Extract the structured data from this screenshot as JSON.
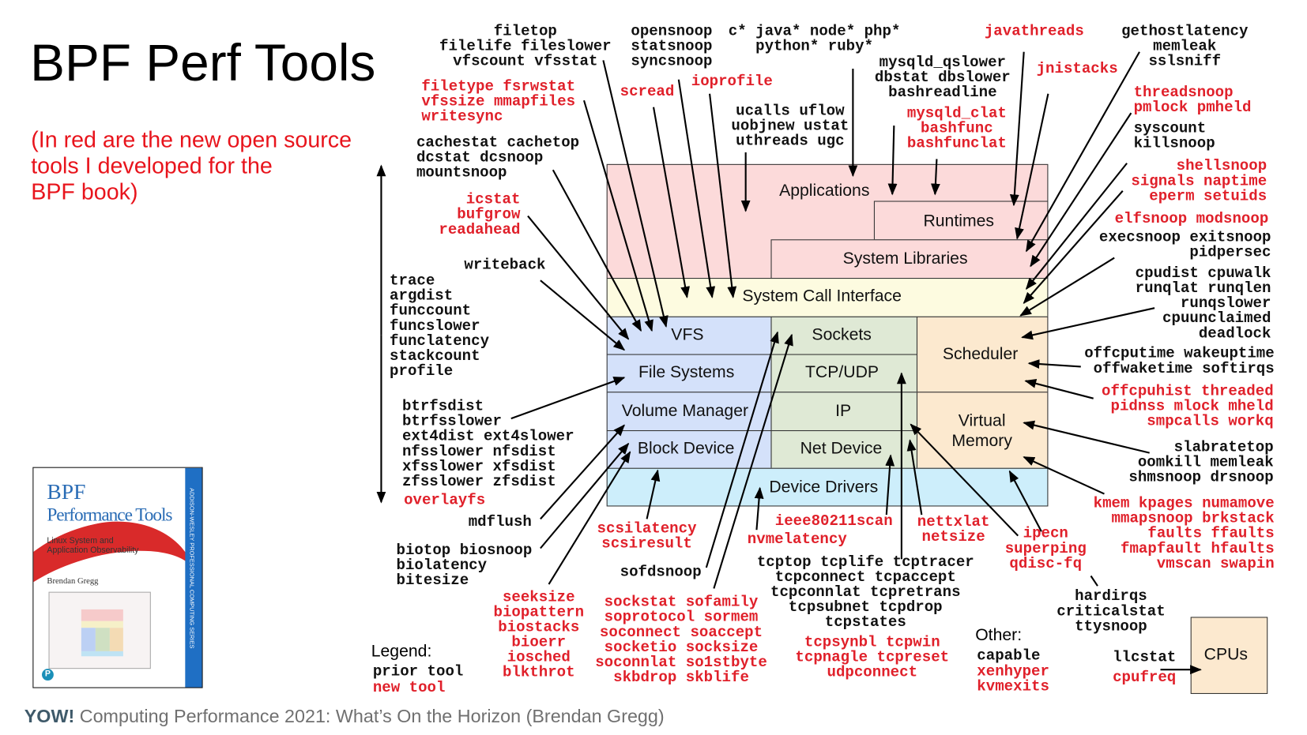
{
  "title": "BPF Perf Tools",
  "subtitle": "(In red are the new open source\ntools I developed for the\nBPF book)",
  "book": {
    "title_line1": "BPF",
    "title_line2": "Performance Tools",
    "subtitle": "Linux System and\nApplication Observability",
    "author": "Brendan Gregg",
    "spine": "ADDISON-WESLEY PROFESSIONAL COMPUTING SERIES",
    "publisher_logo": "P"
  },
  "layers": {
    "applications": "Applications",
    "runtimes": "Runtimes",
    "system_libraries": "System Libraries",
    "syscall_interface": "System Call Interface",
    "vfs": "VFS",
    "file_systems": "File Systems",
    "volume_manager": "Volume Manager",
    "block_device": "Block Device",
    "sockets": "Sockets",
    "tcp_udp": "TCP/UDP",
    "ip": "IP",
    "net_device": "Net Device",
    "scheduler": "Scheduler",
    "virtual_memory": "Virtual\nMemory",
    "device_drivers": "Device Drivers",
    "cpus": "CPUs"
  },
  "tools": {
    "filetop": "filetop\nfilelife fileslower\nvfscount vfsstat",
    "opensnoop": "opensnoop\nstatsnoop\nsyncsnoop",
    "langs": "c* java* node* php*\npython* ruby*",
    "javathreads": "javathreads",
    "gethostlatency": "gethostlatency\nmemleak\nsslsniff",
    "mysqld_qslower": "mysqld_qslower\ndbstat dbslower\nbashreadline",
    "jnistacks": "jnistacks",
    "filetype": "filetype fsrwstat\nvfssize mmapfiles\nwritesync",
    "scread": "scread",
    "ioprofile": "ioprofile",
    "threadsnoop": "threadsnoop\npmlock pmheld",
    "ucalls": "ucalls uflow\nuobjnew ustat\nuthreads ugc",
    "mysqld_clat": "mysqld_clat\nbashfunc\nbashfunclat",
    "syscount": "syscount\nkillsnoop",
    "cachestat": "cachestat cachetop\ndcstat dcsnoop\nmountsnoop",
    "shellsnoop": "shellsnoop\nsignals naptime\neperm setuids",
    "icstat": "icstat\nbufgrow\nreadahead",
    "elfsnoop": "elfsnoop modsnoop",
    "execsnoop": "execsnoop exitsnoop\npidpersec",
    "writeback": "writeback",
    "cpudist": "cpudist cpuwalk\nrunqlat runqlen\nrunqslower\ncpuunclaimed\ndeadlock",
    "trace": "trace\nargdist\nfunccount\nfuncslower\nfunclatency\nstackcount\nprofile",
    "offcputime": "offcputime wakeuptime\noffwaketime softirqs",
    "offcpuhist": "offcpuhist threaded\npidnss mlock mheld\nsmpcalls workq",
    "btrfsdist": "btrfsdist\nbtrfsslower\next4dist ext4slower\nnfsslower nfsdist\nxfsslower xfsdist\nzfsslower zfsdist",
    "overlayfs": "overlayfs",
    "slabratetop": "slabratetop\noomkill memleak\nshmsnoop drsnoop",
    "kmem": "kmem kpages numamove\nmmapsnoop brkstack\nfaults ffaults\nfmapfault hfaults\nvmscan swapin",
    "mdflush": "mdflush",
    "scsilatency": "scsilatency\nscsiresult",
    "ieee80211scan": "ieee80211scan",
    "nvmelatency": "nvmelatency",
    "nettxlat": "nettxlat\nnetsize",
    "ipecn": "ipecn\nsuperping\nqdisc-fq",
    "biotop": "biotop biosnoop\nbiolatency\nbitesize",
    "tcptop": "tcptop tcplife tcptracer\ntcpconnect tcpaccept\ntcpconnlat tcpretrans\ntcpsubnet tcpdrop\ntcpstates",
    "sofdsnoop": "sofdsnoop",
    "hardirqs": "hardirqs\ncriticalstat\nttysnoop",
    "seeksize": "seeksize\nbiopattern\nbiostacks\nbioerr\niosched\nblkthrot",
    "sockstat": "sockstat sofamily\nsoprotocol sormem\nsoconnect soaccept\nsocketio socksize\nsoconnlat so1stbyte\nskbdrop skblife",
    "tcpsynbl": "tcpsynbl tcpwin\ntcpnagle tcpreset\nudpconnect",
    "llcstat": "llcstat",
    "cpufreq": "cpufreq"
  },
  "legend": {
    "title": "Legend:",
    "prior": "prior tool",
    "new": "new tool"
  },
  "other": {
    "title": "Other:",
    "capable": "capable",
    "xenhyper": "xenhyper",
    "kvmexits": "kvmexits"
  },
  "footer": {
    "brand": "YOW!",
    "text": " Computing Performance 2021: What’s On the Horizon (Brendan Gregg)"
  },
  "colors": {
    "new_tool": "#e0202a",
    "prior_tool": "#111111",
    "apps": "#fcdada",
    "syscall": "#fdfbe0",
    "storage": "#d4e1fa",
    "network": "#dfe9d5",
    "cpu_mem": "#fce9cf",
    "drivers": "#cdeefb"
  }
}
